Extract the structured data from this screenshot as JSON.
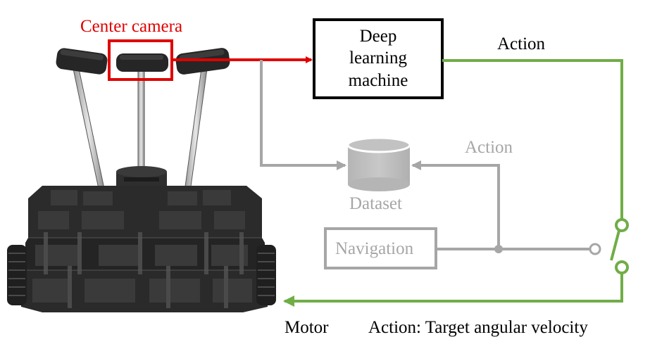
{
  "labels": {
    "center_camera": "Center camera",
    "deep_learning": [
      "Deep",
      "learning",
      "machine"
    ],
    "action_top": "Action",
    "action_gray": "Action",
    "dataset": "Dataset",
    "navigation": "Navigation",
    "motor": "Motor",
    "action_bottom": "Action: Target angular velocity"
  },
  "colors": {
    "camera_highlight": "#e00000",
    "green_line": "#70ad47",
    "gray_line": "#a6a6a6",
    "black": "#000000",
    "robot_dark": "#2b2b2b"
  }
}
